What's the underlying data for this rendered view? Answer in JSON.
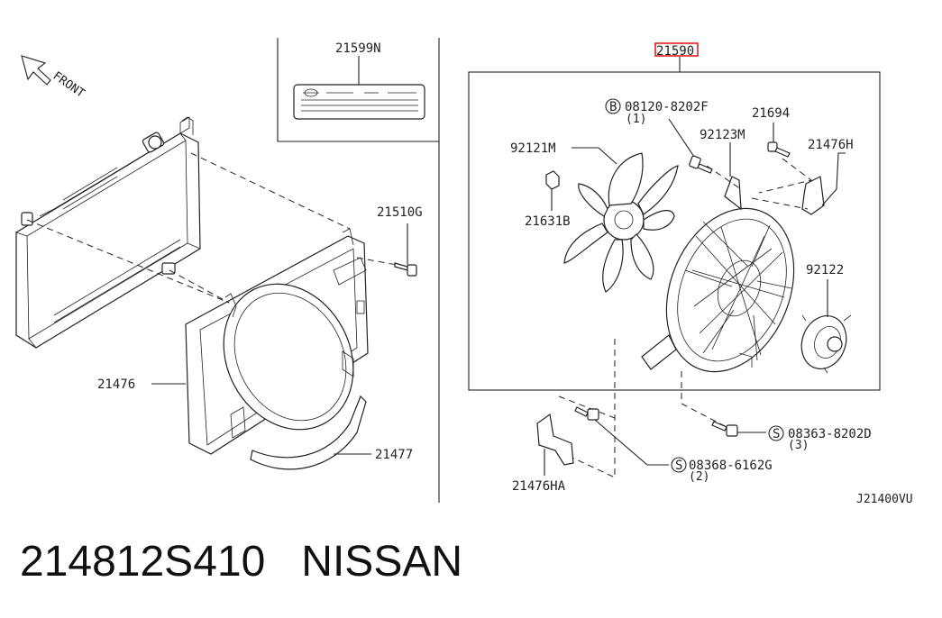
{
  "front_label": "FRONT",
  "labels": {
    "l21599N": "21599N",
    "l21590": "21590",
    "l08120": "08120-8202F",
    "l08120_circle": "B",
    "l08120_qty": "(1)",
    "l21694": "21694",
    "l92121M": "92121M",
    "l92123M": "92123M",
    "l21476H": "21476H",
    "l21631B": "21631B",
    "l21510G": "21510G",
    "l92122": "92122",
    "l21476": "21476",
    "l08363": "08363-8202D",
    "l08363_circle": "S",
    "l08363_qty": "(3)",
    "l08368": "08368-6162G",
    "l08368_circle": "S",
    "l08368_qty": "(2)",
    "l21477": "21477",
    "l21476HA": "21476HA",
    "ref_code": "J21400VU"
  },
  "highlight_color": "#e02020",
  "footer": {
    "part_number": "214812S410",
    "brand": "NISSAN"
  }
}
